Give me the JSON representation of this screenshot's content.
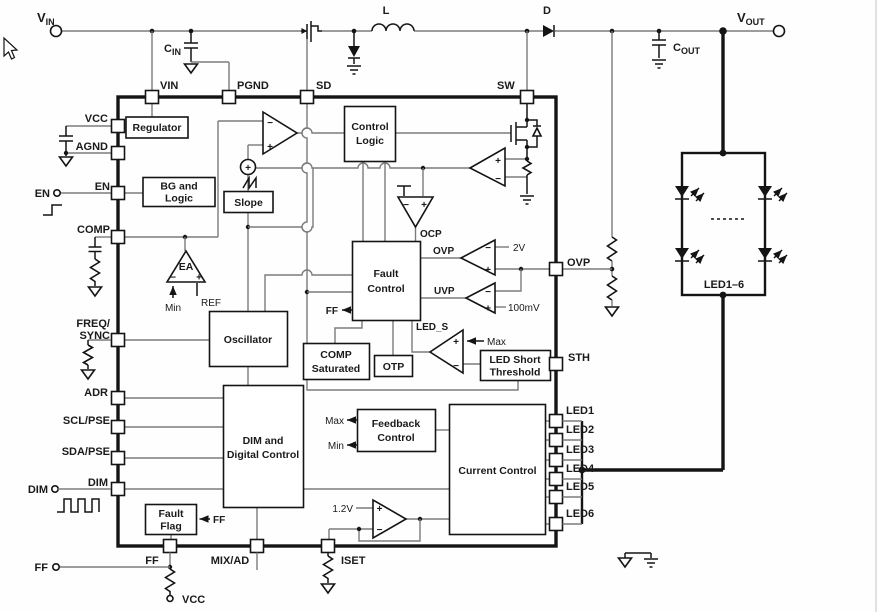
{
  "t": {
    "vinB": "V",
    "vinS": "IN",
    "voutB": "V",
    "voutS": "OUT",
    "cinB": "C",
    "cinS": "IN",
    "coutB": "C",
    "coutS": "OUT",
    "l": "L",
    "d": "D",
    "pin_vin": "VIN",
    "pin_pgnd": "PGND",
    "pin_sd": "SD",
    "pin_sw": "SW",
    "pin_vcc": "VCC",
    "pin_agnd": "AGND",
    "pin_en": "EN",
    "pin_comp": "COMP",
    "pin_freq1": "FREQ/",
    "pin_freq2": "SYNC",
    "pin_adr": "ADR",
    "pin_scl": "SCL/PSE",
    "pin_sda": "SDA/PSE",
    "pin_dim": "DIM",
    "pin_ff": "FF",
    "pin_mixad": "MIX/AD",
    "pin_iset": "ISET",
    "pin_ovp": "OVP",
    "pin_sth": "STH",
    "ext_en": "EN",
    "ext_dim": "DIM",
    "ext_ff": "FF",
    "ext_vcc": "VCC",
    "blk_regulator": "Regulator",
    "blk_bg1": "BG and",
    "blk_bg2": "Logic",
    "blk_slope": "Slope",
    "blk_ctl1": "Control",
    "blk_ctl2": "Logic",
    "blk_fault1": "Fault",
    "blk_fault2": "Control",
    "blk_osc": "Oscillator",
    "blk_cs1": "COMP",
    "blk_cs2": "Saturated",
    "blk_otp": "OTP",
    "blk_lst1": "LED Short",
    "blk_lst2": "Threshold",
    "blk_dd1": "DIM and",
    "blk_dd2": "Digital Control",
    "blk_fb1": "Feedback",
    "blk_fb2": "Control",
    "blk_cc": "Current Control",
    "blk_flag1": "Fault",
    "blk_flag2": "Flag",
    "ea": "EA",
    "ocp": "OCP",
    "ovp": "OVP",
    "uvp": "UVP",
    "led_s": "LED_S",
    "max": "Max",
    "min": "Min",
    "ref": "REF",
    "v2": "2V",
    "mv100": "100mV",
    "v12": "1.2V",
    "ff": "FF",
    "led16": "LED1–6",
    "plus": "+",
    "minus": "−",
    "oplus": "+"
  },
  "pins": {
    "leds": [
      "LED1",
      "LED2",
      "LED3",
      "LED4",
      "LED5",
      "LED6"
    ]
  },
  "colors": {
    "wire": "#7b7b7b",
    "ink": "#141414",
    "background": "#fefefe"
  }
}
